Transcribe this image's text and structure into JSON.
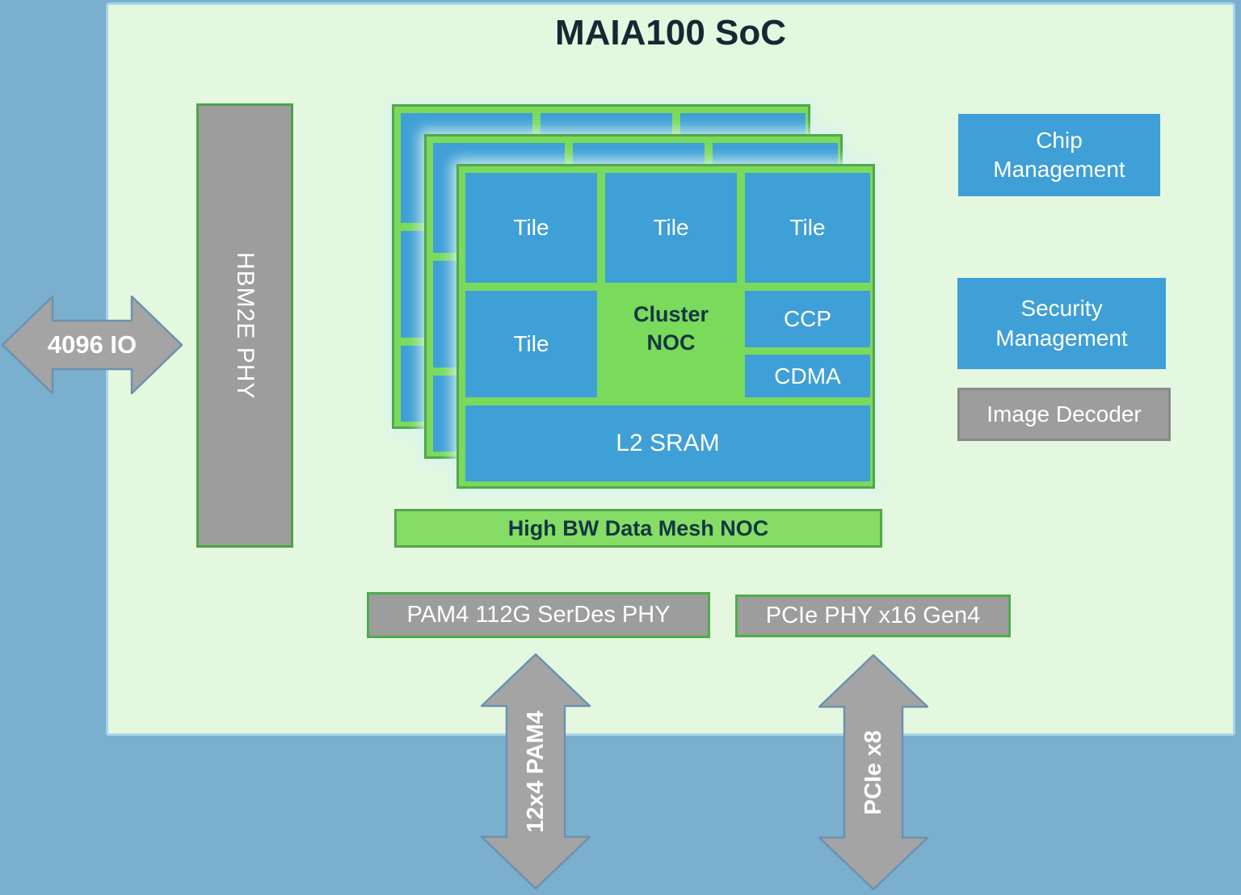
{
  "title": "MAIA100 SoC",
  "left_side": {
    "io_arrow_label": "4096 IO",
    "hbm_phy_label": "HBM2E PHY"
  },
  "cluster": {
    "tiles": [
      "Tile",
      "Tile",
      "Tile",
      "Tile"
    ],
    "cluster_noc_lines": [
      "Cluster",
      "NOC"
    ],
    "ccp": "CCP",
    "cdma": "CDMA",
    "l2_sram": "L2 SRAM",
    "stacked_layers": 3
  },
  "mesh_noc_label": "High BW Data Mesh NOC",
  "right_column": {
    "chip_management_lines": [
      "Chip",
      "Management"
    ],
    "security_management_lines": [
      "Security",
      "Management"
    ],
    "image_decoder": "Image Decoder"
  },
  "bottom": {
    "serdes_phy_label": "PAM4 112G SerDes PHY",
    "pcie_phy_label": "PCIe PHY x16 Gen4",
    "pam4_arrow_label": "12x4 PAM4",
    "pcie_arrow_label": "PCIe x8"
  },
  "colors": {
    "outer_background": "#7bafce",
    "panel_background": "#e4f8e0",
    "panel_border": "#a6d3ea",
    "box_blue": "#3f9fd7",
    "bright_green": "#79da5c",
    "mesh_bar_green": "#85dd65",
    "dark_green_border": "#55a64b",
    "green_box_border": "#4cae49",
    "gray_fill": "#9d9d9d",
    "gray_border": "#8a8a8a",
    "arrow_gray": "#a4a4a4",
    "arrow_outline": "#6b92af",
    "dark_text": "#152833",
    "white_text": "#ffffff"
  }
}
